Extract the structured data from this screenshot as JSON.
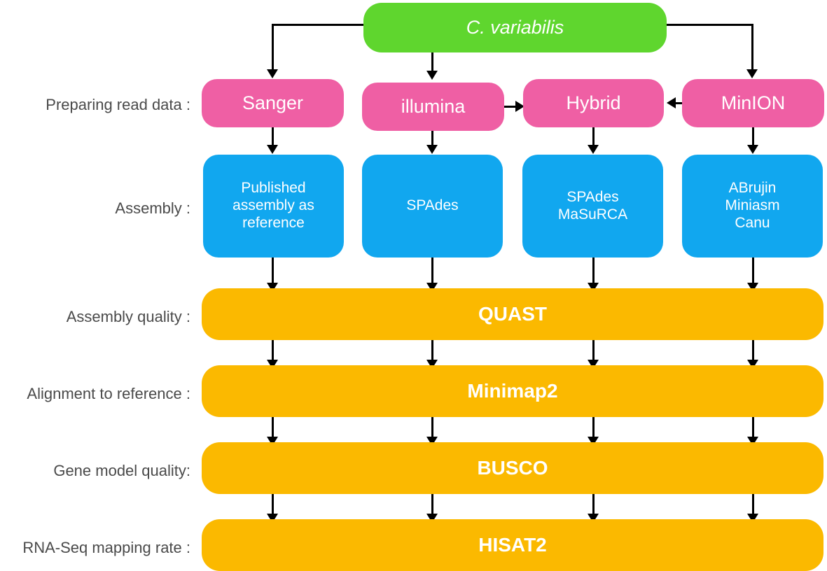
{
  "diagram": {
    "title_node": {
      "label": "C. variabilis",
      "color": "#5fd62e"
    },
    "row_labels": {
      "prepare": "Preparing read data :",
      "assembly": "Assembly :",
      "assembly_quality": "Assembly quality :",
      "alignment": "Alignment to reference :",
      "gene_model": "Gene model quality:",
      "rnaseq": "RNA-Seq mapping rate :"
    },
    "read_data": {
      "color": "#ef5fa4",
      "nodes": [
        {
          "label": "Sanger"
        },
        {
          "label": "illumina"
        },
        {
          "label": "Hybrid"
        },
        {
          "label": "MinION"
        }
      ]
    },
    "assembly": {
      "color": "#11a7ef",
      "nodes": [
        {
          "label": "Published\nassembly as\nreference"
        },
        {
          "label": "SPAdes"
        },
        {
          "label": "SPAdes\nMaSuRCA"
        },
        {
          "label": "ABrujin\nMiniasm\nCanu"
        }
      ]
    },
    "pipeline_bars": {
      "color": "#fbb900",
      "nodes": [
        {
          "label": "QUAST"
        },
        {
          "label": "Minimap2"
        },
        {
          "label": "BUSCO"
        },
        {
          "label": "HISAT2"
        }
      ]
    }
  }
}
